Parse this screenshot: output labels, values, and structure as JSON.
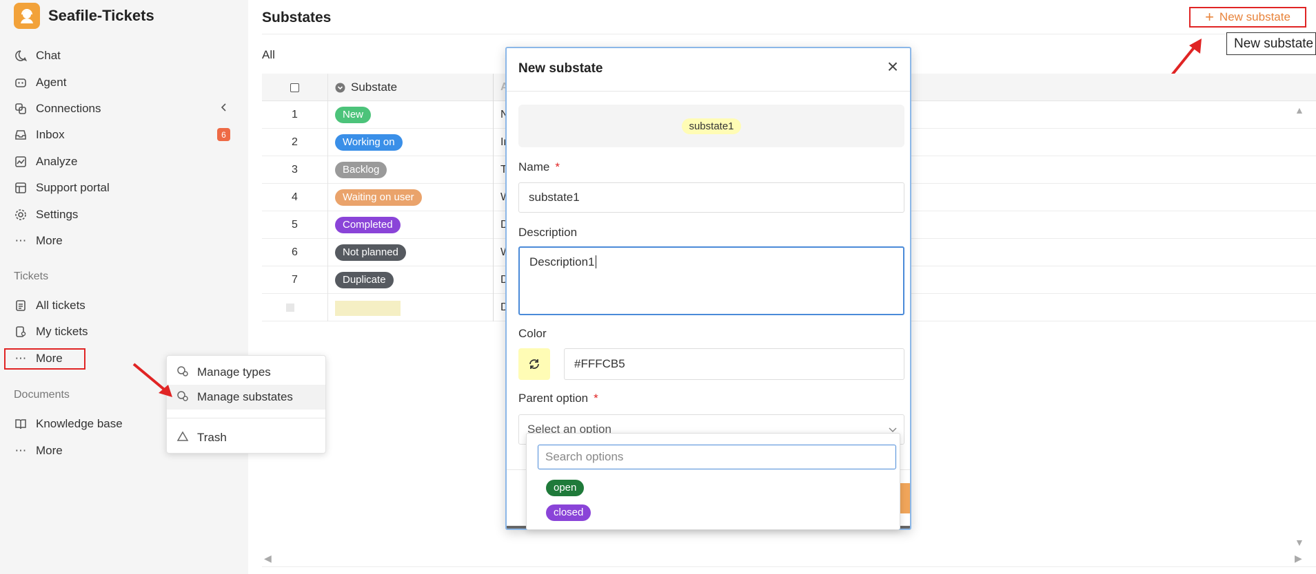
{
  "brand": {
    "name": "Seafile-Tickets",
    "logo_color": "#f2a23a"
  },
  "sidebar": {
    "items": [
      {
        "label": "Chat",
        "icon": "chat-icon"
      },
      {
        "label": "Agent",
        "icon": "robot-icon"
      },
      {
        "label": "Connections",
        "icon": "connections-icon"
      },
      {
        "label": "Inbox",
        "icon": "inbox-icon",
        "badge": "6"
      },
      {
        "label": "Analyze",
        "icon": "chart-icon"
      },
      {
        "label": "Support portal",
        "icon": "portal-icon"
      },
      {
        "label": "Settings",
        "icon": "gear-icon"
      },
      {
        "label": "More",
        "icon": "dots-icon"
      }
    ],
    "tickets_section": "Tickets",
    "ticket_items": [
      {
        "label": "All tickets",
        "icon": "clipboard-icon"
      },
      {
        "label": "My tickets",
        "icon": "user-clipboard-icon"
      },
      {
        "label": "More",
        "icon": "dots-icon"
      }
    ],
    "documents_section": "Documents",
    "document_items": [
      {
        "label": "Knowledge base",
        "icon": "book-icon"
      },
      {
        "label": "More",
        "icon": "dots-icon"
      }
    ]
  },
  "context_menu": {
    "items": [
      {
        "label": "Manage types"
      },
      {
        "label": "Manage substates"
      },
      {
        "label": "Trash"
      }
    ]
  },
  "main": {
    "title": "Substates",
    "new_button": "New substate",
    "tooltip": "New substate",
    "view_tab": "All",
    "column_substate": "Substate",
    "column_second_initial": "A",
    "rows": [
      {
        "num": "1",
        "name": "New",
        "color": "#4cc37a",
        "desc": "N"
      },
      {
        "num": "2",
        "name": "Working on",
        "color": "#3a8fe8",
        "desc": "In"
      },
      {
        "num": "3",
        "name": "Backlog",
        "color": "#9a9a9a",
        "desc": "To"
      },
      {
        "num": "4",
        "name": "Waiting on user",
        "color": "#eaa36b",
        "desc": "W"
      },
      {
        "num": "5",
        "name": "Completed",
        "color": "#8a44d8",
        "desc": "D"
      },
      {
        "num": "6",
        "name": "Not planned",
        "color": "#565a60",
        "desc": "W"
      },
      {
        "num": "7",
        "name": "Duplicate",
        "color": "#565a60",
        "desc": "D"
      },
      {
        "num": "",
        "name": "",
        "color": "",
        "desc": "D"
      }
    ]
  },
  "modal": {
    "title": "New substate",
    "preview_label": "substate1",
    "preview_color": "#FFFCB5",
    "name_label": "Name",
    "name_value": "substate1",
    "description_label": "Description",
    "description_value": "Description1",
    "color_label": "Color",
    "color_value": "#FFFCB5",
    "parent_label": "Parent option",
    "parent_placeholder": "Select an option",
    "required_mark": "*"
  },
  "dropdown": {
    "search_placeholder": "Search options",
    "options": [
      {
        "label": "open",
        "color": "#1f7a3a"
      },
      {
        "label": "closed",
        "color": "#8a44d8"
      }
    ]
  }
}
